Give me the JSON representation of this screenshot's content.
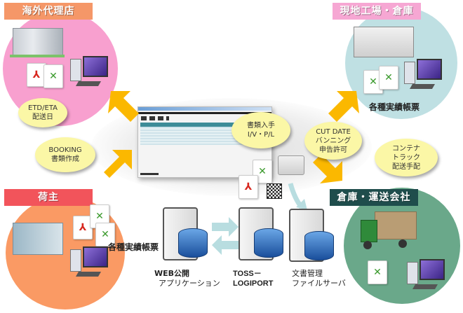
{
  "nodes": {
    "overseas_agent": {
      "title": "海外代理店",
      "color": "#f8a0cf",
      "label_color": "#f59768"
    },
    "local_factory": {
      "title": "現地工場・倉庫",
      "color": "#bfe0e3",
      "label_color": "#f6a7d3",
      "caption": "各種実績帳票"
    },
    "shipper": {
      "title": "荷主",
      "color": "#fa9a64",
      "label_color": "#f2545b",
      "caption": "各種実績帳票"
    },
    "warehouse_transport": {
      "title": "倉庫・運送会社",
      "color": "#6aa88a",
      "label_color": "#1f4d4c"
    }
  },
  "bubbles": {
    "etd_eta": [
      "ETD/ETA",
      "配送日"
    ],
    "booking": [
      "BOOKING",
      "書類作成"
    ],
    "documents_received": [
      "書類入手",
      "I/V・P/L"
    ],
    "cut_date": [
      "CUT DATE",
      "バンニング",
      "申告許可"
    ],
    "container": [
      "コンテナ",
      "トラック",
      "配送手配"
    ]
  },
  "servers": [
    {
      "line1": "WEB公開",
      "line2": "アプリケーション"
    },
    {
      "line1": "TOSS－",
      "line2": "LOGIPORT"
    },
    {
      "line1": "文書管理",
      "line2": "ファイルサーバ"
    }
  ],
  "doc_icons": {
    "pdf": "⅄",
    "excel": "✕"
  },
  "colors": {
    "arrow": "#fbb800",
    "server_arrow": "#b8dde0",
    "bubble": "#fbf7a6"
  }
}
